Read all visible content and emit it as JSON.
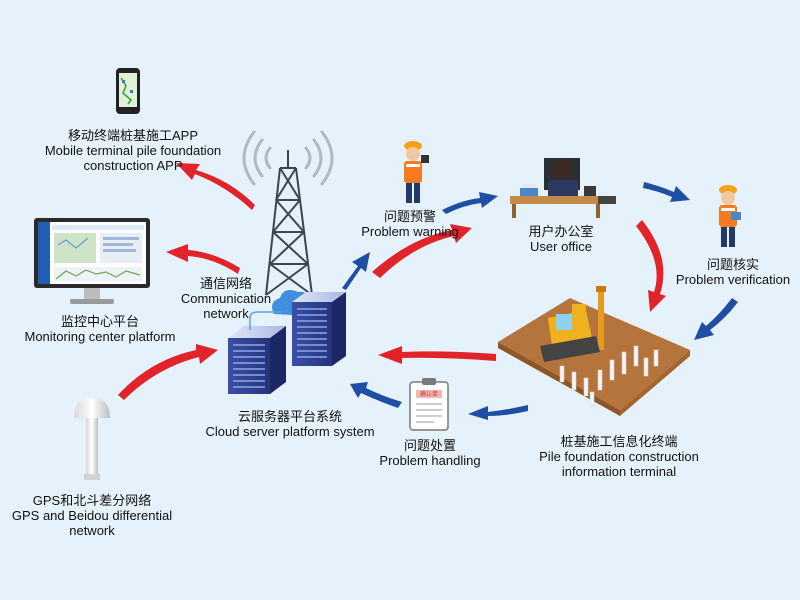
{
  "nodes": {
    "mobile_app": {
      "zh": "移动终端桩基施工APP",
      "en1": "Mobile terminal pile foundation",
      "en2": "construction APP"
    },
    "monitoring": {
      "zh": "监控中心平台",
      "en1": "Monitoring center platform"
    },
    "gps": {
      "zh": "GPS和北斗差分网络",
      "en1": "GPS and Beidou differential",
      "en2": "network"
    },
    "communication": {
      "zh": "通信网络",
      "en1": "Communication",
      "en2": "network"
    },
    "cloud": {
      "zh": "云服务器平台系统",
      "en1": "Cloud server platform system"
    },
    "problem_warning": {
      "zh": "问题预警",
      "en1": "Problem warning"
    },
    "user_office": {
      "zh": "用户办公室",
      "en1": "User office"
    },
    "problem_verification": {
      "zh": "问题核实",
      "en1": "Problem verification"
    },
    "pile_terminal": {
      "zh": "桩基施工信息化终端",
      "en1": "Pile foundation construction",
      "en2": "information terminal"
    },
    "problem_handling": {
      "zh": "问题处置",
      "en1": "Problem handling"
    }
  },
  "clipboard_text": "确认单",
  "colors": {
    "background": "#e6f2fb",
    "red_arrow": "#e0242a",
    "blue_arrow": "#1f4fa3",
    "ground": "#b5743b"
  },
  "icons": [
    "phone-icon",
    "monitor-icon",
    "gps-antenna-icon",
    "tower-icon",
    "wifi-icon",
    "cloud-icon",
    "server-icon",
    "worker-icon",
    "desk-icon",
    "drill-rig-icon",
    "clipboard-icon"
  ]
}
